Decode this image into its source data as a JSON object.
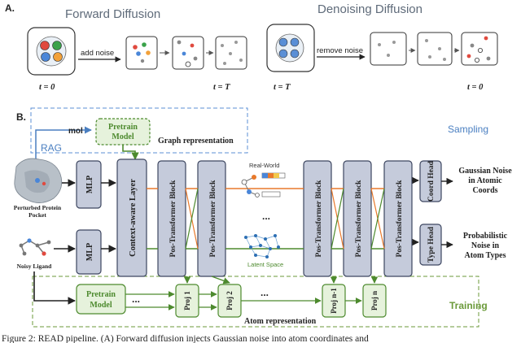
{
  "panel_a": {
    "label": "A.",
    "forward_title": "Forward Diffusion",
    "denoise_title": "Denoising Diffusion",
    "add_noise": "add noise",
    "remove_noise": "remove noise",
    "t0_left": "t = 0",
    "tT_left": "t = T",
    "tT_right": "t = T",
    "t0_right": "t = 0"
  },
  "panel_b": {
    "label": "B.",
    "sampling": "Sampling",
    "training": "Training",
    "rag": "RAG",
    "mol": "mol",
    "pretrain_model": [
      "Pretrain",
      "Model"
    ],
    "graph_representation": "Graph representation",
    "perturbed_pocket": [
      "Perturbed Protein",
      "Pocket"
    ],
    "noisy_ligand": "Noisy Ligand",
    "mlp": "MLP",
    "context_layer": "Context-aware Layer",
    "pos_block": "Pos-Transformer Block",
    "real_world": "Real-World",
    "latent_space": "Latent Space",
    "dots": "...",
    "coord_head": "Coord Head",
    "type_head": "Type Head",
    "gaussian_noise": [
      "Gaussian Noise",
      "in Atomic",
      "Coords"
    ],
    "probabilistic_noise": [
      "Probabilistic",
      "Noise in",
      "Atom Types"
    ],
    "proj": [
      "Proj 1",
      "Proj 2",
      "Proj n-1",
      "Proj n"
    ],
    "atom_representation": "Atom representation",
    "caption": "Figure 2: READ pipeline. (A) Forward diffusion injects Gaussian noise into atom coordinates and"
  },
  "colors": {
    "block_fill": "#c5cbdb",
    "block_stroke": "#3d4660",
    "green": "#4d8a2e",
    "green_fill": "#e6f2dc",
    "blue_dash": "#5b8fd6",
    "orange": "#e8792b",
    "title_gray": "#5f6b7a",
    "sampling_blue": "#4a7fc1",
    "training_green": "#6b9a3a"
  }
}
